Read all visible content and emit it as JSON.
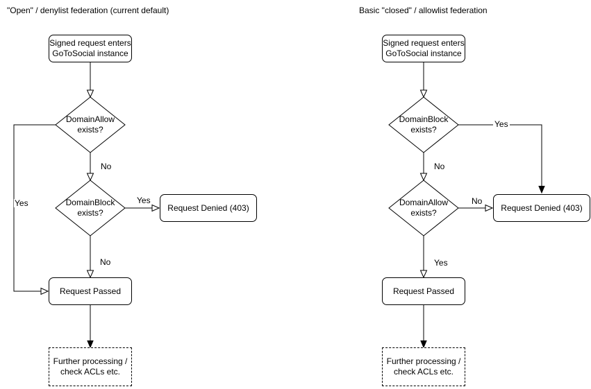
{
  "colors": {
    "background": "#ffffff",
    "line": "#000000",
    "text": "#000000",
    "node_fill": "#ffffff"
  },
  "left_chart": {
    "title": "\"Open\" / denylist federation (current default)",
    "start": {
      "line1": "Signed request enters",
      "line2": "GoToSocial instance"
    },
    "decision1": {
      "line1": "DomainAllow",
      "line2": "exists?"
    },
    "decision2": {
      "line1": "DomainBlock",
      "line2": "exists?"
    },
    "denied": "Request Denied (403)",
    "passed": "Request Passed",
    "further": {
      "line1": "Further processing /",
      "line2": "check ACLs etc."
    },
    "labels": {
      "allow_yes": "Yes",
      "allow_no": "No",
      "block_yes": "Yes",
      "block_no": "No"
    }
  },
  "right_chart": {
    "title": "Basic \"closed\" / allowlist federation",
    "start": {
      "line1": "Signed request enters",
      "line2": "GoToSocial instance"
    },
    "decision1": {
      "line1": "DomainBlock",
      "line2": "exists?"
    },
    "decision2": {
      "line1": "DomainAllow",
      "line2": "exists?"
    },
    "denied": "Request Denied (403)",
    "passed": "Request Passed",
    "further": {
      "line1": "Further processing /",
      "line2": "check ACLs etc."
    },
    "labels": {
      "block_yes": "Yes",
      "block_no": "No",
      "allow_no": "No",
      "allow_yes": "Yes"
    }
  }
}
